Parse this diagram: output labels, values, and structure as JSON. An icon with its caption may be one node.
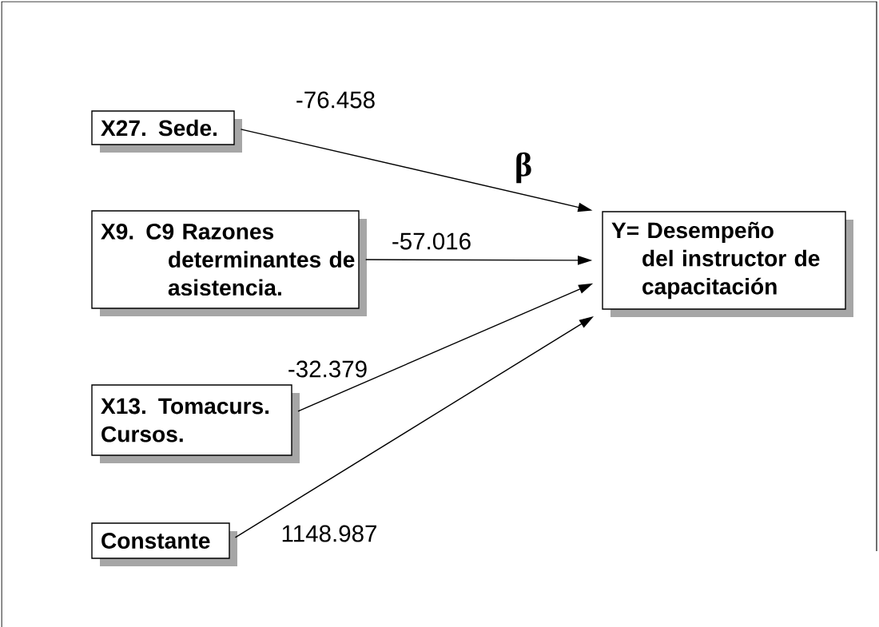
{
  "diagram": {
    "nodes": [
      {
        "text": [
          "X27. Sede."
        ]
      },
      {
        "text": [
          "X9. C9 Razones determinantes de asistencia."
        ]
      },
      {
        "text": [
          "X13. Tomacurs. Cursos."
        ]
      },
      {
        "text": [
          "Constante"
        ]
      },
      {
        "text": [
          "Y= Desempeño del instructor de capacitación"
        ]
      }
    ],
    "edges": [
      {
        "from": 0,
        "to": 4,
        "arrow": "to",
        "label": "-76.458"
      },
      {
        "from": 1,
        "to": 4,
        "arrow": "to",
        "label": "-57.016"
      },
      {
        "from": 2,
        "to": 4,
        "arrow": "to",
        "label": "-32.379"
      },
      {
        "from": 3,
        "to": 4,
        "arrow": "to",
        "label": "1148.987"
      }
    ],
    "labels": [
      "β"
    ]
  }
}
